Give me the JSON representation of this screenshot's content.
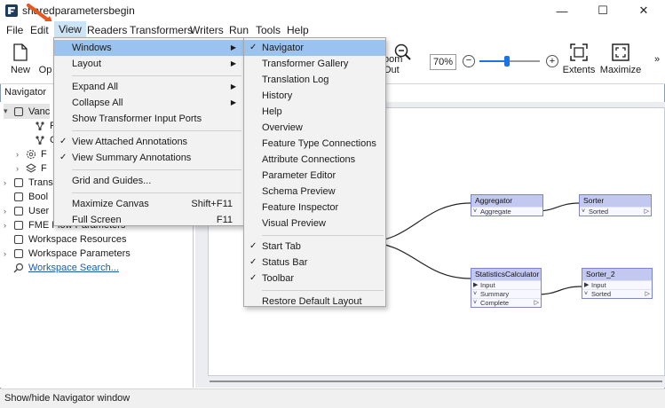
{
  "window": {
    "title": "sharedparametersbegin",
    "minimize": "—",
    "maximize": "☐",
    "close": "✕"
  },
  "menubar": [
    "File",
    "Edit",
    "View",
    "Readers",
    "Transformers",
    "Writers",
    "Run",
    "Tools",
    "Help"
  ],
  "toolbar": {
    "new_label": "New",
    "open_label": "Op",
    "zoom_out_label": "oom Out",
    "zoom_value": "70%",
    "zoom_minus": "−",
    "zoom_plus": "+",
    "extents_label": "Extents",
    "maximize_label": "Maximize",
    "overflow": "»",
    "slider_level": 0.45
  },
  "navigator": {
    "header": "Navigator",
    "rows": [
      {
        "label": "Vanc",
        "expander": "▾",
        "icon": "doc-icon",
        "selected": true
      },
      {
        "label": "F",
        "expander": "",
        "icon": "transform-icon"
      },
      {
        "label": "C",
        "expander": "",
        "icon": "link-icon"
      },
      {
        "label": "F",
        "expander": "›",
        "icon": "gear-icon"
      },
      {
        "label": "F",
        "expander": "›",
        "icon": "layers-icon"
      },
      {
        "label": "Trans",
        "expander": "›",
        "icon": "transformer-icon"
      },
      {
        "label": "Bool",
        "expander": "",
        "icon": "bookmark-icon"
      },
      {
        "label": "User",
        "expander": "›",
        "icon": "user-icon"
      },
      {
        "label": "FME Flow Parameters",
        "expander": "›",
        "icon": "flow-icon"
      },
      {
        "label": "Workspace Resources",
        "expander": "",
        "icon": "resources-icon"
      },
      {
        "label": "Workspace Parameters",
        "expander": "›",
        "icon": "params-icon"
      },
      {
        "label": "Workspace Search...",
        "expander": "",
        "icon": "search-icon",
        "link": true
      }
    ]
  },
  "view_menu": {
    "items": [
      {
        "label": "Windows",
        "submenu": true,
        "highlighted": true
      },
      {
        "label": "Layout",
        "submenu": true
      },
      {
        "separator": true
      },
      {
        "label": "Expand All",
        "submenu": true
      },
      {
        "label": "Collapse All",
        "submenu": true
      },
      {
        "label": "Show Transformer Input Ports"
      },
      {
        "separator": true
      },
      {
        "label": "View Attached Annotations",
        "checked": true
      },
      {
        "label": "View Summary Annotations",
        "checked": true
      },
      {
        "separator": true
      },
      {
        "label": "Grid and Guides..."
      },
      {
        "separator": true
      },
      {
        "label": "Maximize Canvas",
        "shortcut": "Shift+F11"
      },
      {
        "label": "Full Screen",
        "shortcut": "F11"
      }
    ]
  },
  "windows_submenu": {
    "items": [
      {
        "label": "Navigator",
        "checked": true,
        "highlighted": true
      },
      {
        "label": "Transformer Gallery"
      },
      {
        "label": "Translation Log"
      },
      {
        "label": "History"
      },
      {
        "label": "Help"
      },
      {
        "label": "Overview"
      },
      {
        "label": "Feature Type Connections"
      },
      {
        "label": "Attribute Connections"
      },
      {
        "label": "Parameter Editor"
      },
      {
        "label": "Schema Preview"
      },
      {
        "label": "Feature Inspector"
      },
      {
        "label": "Visual Preview"
      },
      {
        "separator": true
      },
      {
        "label": "Start Tab",
        "checked": true
      },
      {
        "label": "Status Bar",
        "checked": true
      },
      {
        "label": "Toolbar",
        "checked": true
      },
      {
        "separator": true
      },
      {
        "label": "Restore Default Layout"
      }
    ]
  },
  "canvas": {
    "nodes": {
      "aggregator": {
        "title": "Aggregator",
        "ports": [
          "Aggregate"
        ]
      },
      "sorter": {
        "title": "Sorter",
        "ports": [
          "Sorted"
        ]
      },
      "stats": {
        "title": "StatisticsCalculator",
        "ports": [
          "Input",
          "Summary",
          "Complete"
        ]
      },
      "sorter2": {
        "title": "Sorter_2",
        "ports": [
          "Input",
          "Sorted"
        ]
      }
    },
    "port_glyphs": {
      "expand": "˅",
      "out": "▷",
      "in": "▶"
    }
  },
  "status": "Show/hide Navigator window",
  "colors": {
    "menu_highlight": "#9ac3ef",
    "node_title": "#c3c8f0",
    "accent_arrow": "#e8561e",
    "slider_thumb": "#1a73e8"
  }
}
